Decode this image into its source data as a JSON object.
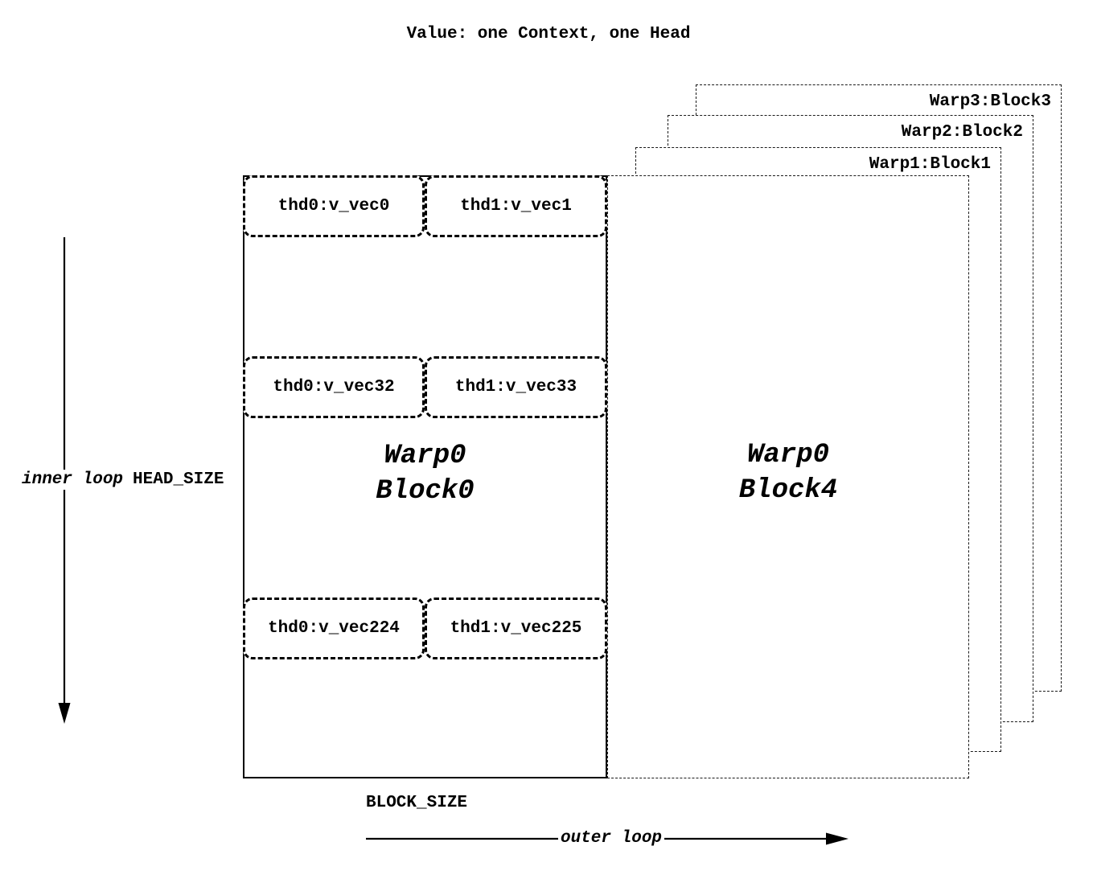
{
  "title": "Value: one Context, one Head",
  "background_blocks": [
    {
      "label": "Warp3:Block3"
    },
    {
      "label": "Warp2:Block2"
    },
    {
      "label": "Warp1:Block1"
    }
  ],
  "block4": {
    "line1": "Warp0",
    "line2": "Block4"
  },
  "block0": {
    "line1": "Warp0",
    "line2": "Block0"
  },
  "vector_boxes": [
    {
      "left": "thd0:v_vec0",
      "right": "thd1:v_vec1"
    },
    {
      "left": "thd0:v_vec32",
      "right": "thd1:v_vec33"
    },
    {
      "left": "thd0:v_vec224",
      "right": "thd1:v_vec225"
    }
  ],
  "labels": {
    "inner_loop": "inner loop",
    "head_size": "HEAD_SIZE",
    "block_size": "BLOCK_SIZE",
    "outer_loop": "outer loop"
  },
  "colors": {
    "ink": "#000000",
    "background": "#ffffff"
  }
}
